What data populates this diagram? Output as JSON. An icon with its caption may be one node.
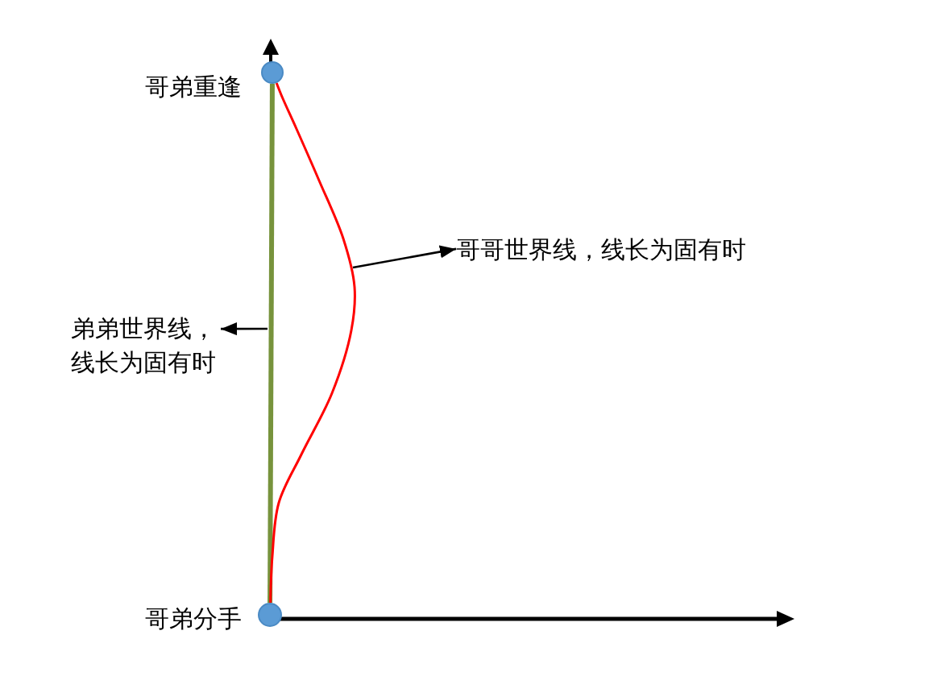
{
  "diagram": {
    "nodes": [
      {
        "text": [],
        "shape": "circle",
        "beside": [
          "哥弟重逢"
        ]
      },
      {
        "text": [
          "哥哥世界线，线长为固有时"
        ]
      },
      {
        "text": [
          "弟弟世界线，线长为固有时"
        ]
      },
      {
        "text": [],
        "shape": "circle",
        "beside": [
          "哥弟分手"
        ]
      }
    ],
    "edges": [
      {
        "from": 3,
        "to": 0,
        "arrow": "none",
        "style": "thick",
        "color": "#77933c"
      },
      {
        "from": 3,
        "to": 0,
        "arrow": "none",
        "color": "#ff0000"
      },
      {
        "from": null,
        "to": 1,
        "arrow": "to"
      },
      {
        "from": null,
        "to": 2,
        "arrow": "to"
      }
    ]
  }
}
